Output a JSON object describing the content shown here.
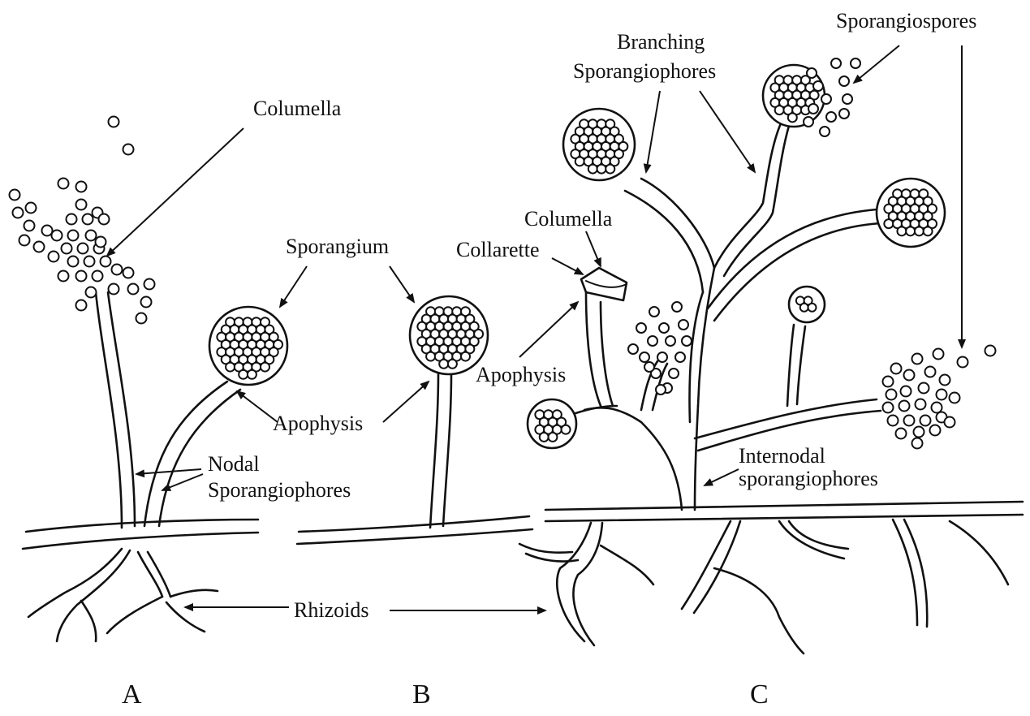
{
  "labels": {
    "columella_a": "Columella",
    "sporangium": "Sporangium",
    "apophysis_ab": "Apophysis",
    "nodal": "Nodal",
    "sporangiophores_nodal": "Sporangiophores",
    "rhizoids": "Rhizoids",
    "branching": "Branching",
    "sporangiophores_branching": "Sporangiophores",
    "sporangiospores": "Sporangiospores",
    "columella_c": "Columella",
    "collarette": "Collarette",
    "apophysis_c": "Apophysis",
    "internodal": "Internodal",
    "sporangiophores_internodal": "sporangiophores"
  },
  "panels": {
    "a": "A",
    "b": "B",
    "c": "C"
  }
}
